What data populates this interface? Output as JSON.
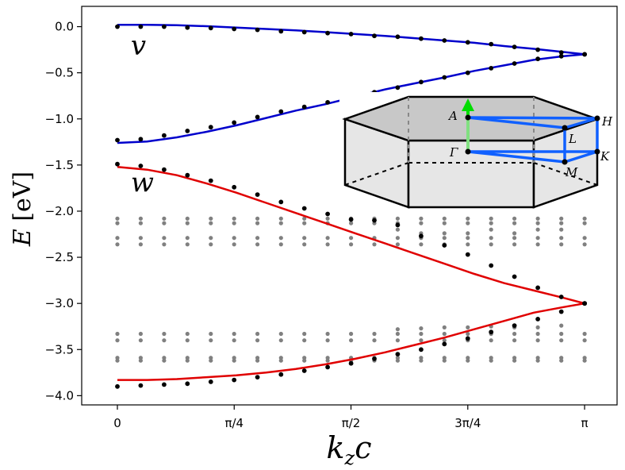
{
  "chart_data": {
    "type": "line",
    "title": "",
    "xlabel": "k_z c",
    "ylabel": "E [eV]",
    "xlim": [
      -0.24,
      3.36
    ],
    "ylim": [
      -4.1,
      0.22
    ],
    "x_ticks": [
      {
        "value": 0,
        "label": "0"
      },
      {
        "value": 0.7854,
        "label": "π/4"
      },
      {
        "value": 1.5708,
        "label": "π/2"
      },
      {
        "value": 2.3562,
        "label": "3π/4"
      },
      {
        "value": 3.1416,
        "label": "π"
      }
    ],
    "y_ticks": [
      {
        "value": 0.0,
        "label": "0.0"
      },
      {
        "value": -0.5,
        "label": "−0.5"
      },
      {
        "value": -1.0,
        "label": "−1.0"
      },
      {
        "value": -1.5,
        "label": "−1.5"
      },
      {
        "value": -2.0,
        "label": "−2.0"
      },
      {
        "value": -2.5,
        "label": "−2.5"
      },
      {
        "value": -3.0,
        "label": "−3.0"
      },
      {
        "value": -3.5,
        "label": "−3.5"
      },
      {
        "value": -4.0,
        "label": "−4.0"
      }
    ],
    "grid": false,
    "colors": {
      "v_band": "#0000cc",
      "w_band": "#e00000",
      "fit_points": "#000000",
      "background_points": "#808080",
      "bz_path": "#1060ff",
      "bz_arrow": "#00dd00"
    },
    "band_labels": [
      {
        "text": "v",
        "x": 0.09,
        "y": -0.2
      },
      {
        "text": "w",
        "x": 0.09,
        "y": -1.68
      }
    ],
    "series": [
      {
        "id": "v-upper-curve",
        "color": "#0000cc",
        "style": "line",
        "x": [
          0,
          0.2,
          0.4,
          0.6,
          0.8,
          1.0,
          1.2,
          1.4,
          1.6,
          1.8,
          2.0,
          2.2,
          2.4,
          2.6,
          2.8,
          3.0,
          3.1416
        ],
        "y": [
          0.02,
          0.02,
          0.015,
          0.005,
          -0.01,
          -0.025,
          -0.04,
          -0.06,
          -0.08,
          -0.1,
          -0.125,
          -0.15,
          -0.175,
          -0.21,
          -0.24,
          -0.275,
          -0.3
        ]
      },
      {
        "id": "v-lower-curve",
        "color": "#0000cc",
        "style": "line",
        "x": [
          0,
          0.2,
          0.4,
          0.6,
          0.8,
          1.0,
          1.2,
          1.4,
          1.6,
          1.8,
          2.0,
          2.2,
          2.4,
          2.6,
          2.8,
          3.0,
          3.1416
        ],
        "y": [
          -1.26,
          -1.245,
          -1.2,
          -1.14,
          -1.07,
          -0.99,
          -0.91,
          -0.84,
          -0.76,
          -0.68,
          -0.615,
          -0.55,
          -0.48,
          -0.42,
          -0.36,
          -0.32,
          -0.3
        ]
      },
      {
        "id": "w-upper-curve",
        "color": "#e00000",
        "style": "line",
        "x": [
          0,
          0.2,
          0.4,
          0.6,
          0.8,
          1.0,
          1.2,
          1.4,
          1.6,
          1.8,
          2.0,
          2.2,
          2.4,
          2.6,
          2.8,
          3.0,
          3.1416
        ],
        "y": [
          -1.52,
          -1.55,
          -1.61,
          -1.7,
          -1.8,
          -1.91,
          -2.02,
          -2.13,
          -2.24,
          -2.35,
          -2.46,
          -2.57,
          -2.68,
          -2.78,
          -2.86,
          -2.94,
          -3.0
        ]
      },
      {
        "id": "w-lower-curve",
        "color": "#e00000",
        "style": "line",
        "x": [
          0,
          0.2,
          0.4,
          0.6,
          0.8,
          1.0,
          1.2,
          1.4,
          1.6,
          1.8,
          2.0,
          2.2,
          2.4,
          2.6,
          2.8,
          3.0,
          3.1416
        ],
        "y": [
          -3.83,
          -3.83,
          -3.82,
          -3.8,
          -3.78,
          -3.75,
          -3.71,
          -3.66,
          -3.6,
          -3.53,
          -3.45,
          -3.37,
          -3.28,
          -3.19,
          -3.1,
          -3.04,
          -3.0
        ]
      },
      {
        "id": "v-upper-points",
        "color": "#000000",
        "style": "points",
        "x": [
          0,
          0.157,
          0.314,
          0.471,
          0.628,
          0.785,
          0.942,
          1.1,
          1.257,
          1.414,
          1.571,
          1.728,
          1.885,
          2.042,
          2.199,
          2.356,
          2.513,
          2.67,
          2.827,
          2.985,
          3.1416
        ],
        "y": [
          0.0,
          0.0,
          0.0,
          -0.01,
          -0.015,
          -0.025,
          -0.035,
          -0.05,
          -0.06,
          -0.07,
          -0.08,
          -0.1,
          -0.11,
          -0.13,
          -0.15,
          -0.17,
          -0.19,
          -0.22,
          -0.25,
          -0.28,
          -0.3
        ]
      },
      {
        "id": "v-lower-points",
        "color": "#000000",
        "style": "points",
        "x": [
          0,
          0.157,
          0.314,
          0.471,
          0.628,
          0.785,
          0.942,
          1.1,
          1.257,
          1.414,
          1.571,
          1.728,
          1.885,
          2.042,
          2.199,
          2.356,
          2.513,
          2.67,
          2.827,
          2.985,
          3.1416
        ],
        "y": [
          -1.23,
          -1.22,
          -1.18,
          -1.13,
          -1.09,
          -1.04,
          -0.98,
          -0.92,
          -0.87,
          -0.82,
          -0.77,
          -0.71,
          -0.66,
          -0.6,
          -0.55,
          -0.5,
          -0.45,
          -0.4,
          -0.35,
          -0.32,
          -0.3
        ]
      },
      {
        "id": "w-upper-points",
        "color": "#000000",
        "style": "points",
        "x": [
          0,
          0.157,
          0.314,
          0.471,
          0.628,
          0.785,
          0.942,
          1.1,
          1.257,
          1.414,
          1.571,
          1.728,
          1.885,
          2.042,
          2.199,
          2.356,
          2.513,
          2.67,
          2.827,
          2.985,
          3.1416
        ],
        "y": [
          -1.49,
          -1.51,
          -1.55,
          -1.61,
          -1.67,
          -1.74,
          -1.82,
          -1.9,
          -1.97,
          -2.03,
          -2.09,
          -2.1,
          -2.15,
          -2.27,
          -2.37,
          -2.47,
          -2.59,
          -2.71,
          -2.83,
          -2.93,
          -3.0
        ]
      },
      {
        "id": "w-lower-points",
        "color": "#000000",
        "style": "points",
        "x": [
          0,
          0.157,
          0.314,
          0.471,
          0.628,
          0.785,
          0.942,
          1.1,
          1.257,
          1.414,
          1.571,
          1.728,
          1.885,
          2.042,
          2.199,
          2.356,
          2.513,
          2.67,
          2.827,
          2.985,
          3.1416
        ],
        "y": [
          -3.9,
          -3.89,
          -3.88,
          -3.87,
          -3.85,
          -3.83,
          -3.8,
          -3.77,
          -3.73,
          -3.69,
          -3.65,
          -3.6,
          -3.55,
          -3.5,
          -3.44,
          -3.38,
          -3.31,
          -3.24,
          -3.17,
          -3.09,
          -3.0
        ]
      },
      {
        "id": "background-points",
        "color": "#808080",
        "style": "points",
        "x": [
          0,
          0.157,
          0.314,
          0.471,
          0.628,
          0.785,
          0.942,
          1.1,
          1.257,
          1.414,
          1.571,
          1.728,
          1.885,
          2.042,
          2.199,
          2.356,
          2.513,
          2.67,
          2.827,
          2.985,
          3.1416,
          0,
          0.157,
          0.314,
          0.471,
          0.628,
          0.785,
          0.942,
          1.1,
          1.257,
          1.414,
          1.571,
          1.728,
          1.885,
          2.042,
          2.199,
          2.356,
          2.513,
          2.67,
          2.827,
          2.985,
          3.1416,
          0,
          0.157,
          0.314,
          0.471,
          0.628,
          0.785,
          0.942,
          1.1,
          1.257,
          1.414,
          1.571,
          1.728,
          1.885,
          2.042,
          2.199,
          2.356,
          2.513,
          2.67,
          2.827,
          2.985,
          3.1416,
          0,
          0.157,
          0.314,
          0.471,
          0.628,
          0.785,
          0.942,
          1.1,
          1.257,
          1.414,
          1.571,
          1.728,
          1.885,
          2.042,
          2.199,
          2.356,
          2.513,
          2.67,
          2.827,
          2.985,
          3.1416,
          0,
          0.157,
          0.314,
          0.471,
          0.628,
          0.785,
          0.942,
          1.1,
          1.257,
          1.414,
          1.571,
          1.728,
          1.885,
          2.042,
          2.199,
          2.356,
          2.513,
          2.67,
          2.827,
          2.985,
          3.1416,
          0,
          0.157,
          0.314,
          0.471,
          0.628,
          0.785,
          0.942,
          1.1,
          1.257,
          1.414,
          1.571,
          1.728,
          1.885,
          2.042,
          2.199,
          2.356,
          2.513,
          2.67,
          2.827,
          2.985,
          3.1416,
          0,
          0.157,
          0.314,
          0.471,
          0.628,
          0.785,
          0.942,
          1.1,
          1.257,
          1.414,
          1.571,
          1.728,
          1.885,
          2.042,
          2.199,
          2.356,
          2.513,
          2.67,
          2.827,
          2.985,
          3.1416,
          0,
          0.157,
          0.314,
          0.471,
          0.628,
          0.785,
          0.942,
          1.1,
          1.257,
          1.414,
          1.571,
          1.728,
          1.885,
          2.042,
          2.199,
          2.356,
          2.513,
          2.67,
          2.827,
          2.985,
          3.1416,
          1.885,
          2.042,
          2.199,
          2.356,
          2.513,
          2.67,
          2.827,
          2.985,
          1.885,
          2.042,
          2.199,
          2.356,
          2.513,
          2.67,
          2.827,
          2.985
        ],
        "y": [
          -2.08,
          -2.08,
          -2.08,
          -2.08,
          -2.08,
          -2.08,
          -2.08,
          -2.08,
          -2.08,
          -2.08,
          -2.08,
          -2.08,
          -2.08,
          -2.08,
          -2.08,
          -2.08,
          -2.08,
          -2.08,
          -2.08,
          -2.08,
          -2.08,
          -2.13,
          -2.13,
          -2.13,
          -2.13,
          -2.13,
          -2.13,
          -2.13,
          -2.13,
          -2.13,
          -2.13,
          -2.13,
          -2.13,
          -2.13,
          -2.13,
          -2.13,
          -2.13,
          -2.13,
          -2.13,
          -2.13,
          -2.13,
          -2.13,
          -2.29,
          -2.29,
          -2.29,
          -2.29,
          -2.29,
          -2.29,
          -2.29,
          -2.29,
          -2.29,
          -2.29,
          -2.29,
          -2.29,
          -2.29,
          -2.29,
          -2.29,
          -2.29,
          -2.29,
          -2.29,
          -2.29,
          -2.29,
          -2.29,
          -2.36,
          -2.36,
          -2.36,
          -2.36,
          -2.36,
          -2.36,
          -2.36,
          -2.36,
          -2.36,
          -2.36,
          -2.36,
          -2.36,
          -2.36,
          -2.36,
          -2.36,
          -2.36,
          -2.36,
          -2.36,
          -2.36,
          -2.36,
          -2.36,
          -3.33,
          -3.33,
          -3.33,
          -3.33,
          -3.33,
          -3.33,
          -3.33,
          -3.33,
          -3.33,
          -3.33,
          -3.33,
          -3.33,
          -3.33,
          -3.33,
          -3.33,
          -3.33,
          -3.33,
          -3.33,
          -3.33,
          -3.33,
          -3.33,
          -3.4,
          -3.4,
          -3.4,
          -3.4,
          -3.4,
          -3.4,
          -3.4,
          -3.4,
          -3.4,
          -3.4,
          -3.4,
          -3.4,
          -3.4,
          -3.4,
          -3.4,
          -3.4,
          -3.4,
          -3.4,
          -3.4,
          -3.4,
          -3.4,
          -3.59,
          -3.59,
          -3.59,
          -3.59,
          -3.59,
          -3.59,
          -3.59,
          -3.59,
          -3.59,
          -3.59,
          -3.59,
          -3.59,
          -3.59,
          -3.59,
          -3.59,
          -3.59,
          -3.59,
          -3.59,
          -3.59,
          -3.59,
          -3.59,
          -3.62,
          -3.62,
          -3.62,
          -3.62,
          -3.62,
          -3.62,
          -3.62,
          -3.62,
          -3.62,
          -3.62,
          -3.62,
          -3.62,
          -3.62,
          -3.62,
          -3.62,
          -3.62,
          -3.62,
          -3.62,
          -3.62,
          -3.62,
          -3.62,
          -2.2,
          -2.24,
          -2.24,
          -2.24,
          -2.2,
          -2.24,
          -2.2,
          -2.2,
          -3.28,
          -3.27,
          -3.26,
          -3.26,
          -3.25,
          -3.26,
          -3.26,
          -3.24
        ]
      }
    ],
    "inset": {
      "type": "diagram",
      "description_free": true,
      "labels": [
        "A",
        "H",
        "L",
        "K",
        "Γ",
        "M"
      ]
    }
  }
}
